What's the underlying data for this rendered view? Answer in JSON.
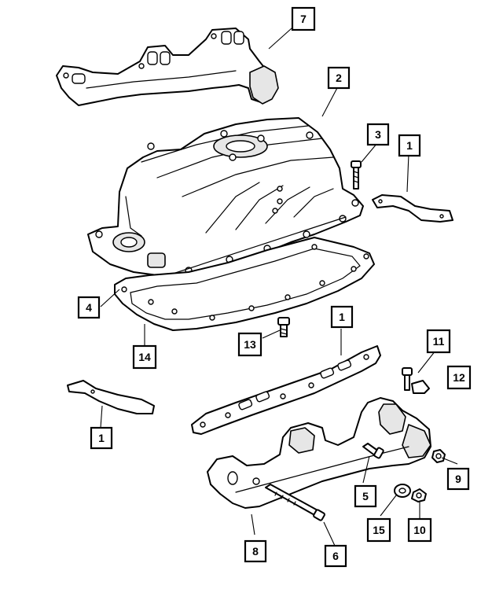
{
  "callouts": {
    "c7": "7",
    "c2": "2",
    "c3": "3",
    "c1a": "1",
    "c4": "4",
    "c14": "14",
    "c13": "13",
    "c1b": "1",
    "c11": "11",
    "c12": "12",
    "c1c": "1",
    "c9": "9",
    "c5": "5",
    "c15": "15",
    "c10": "10",
    "c8": "8",
    "c6": "6"
  }
}
